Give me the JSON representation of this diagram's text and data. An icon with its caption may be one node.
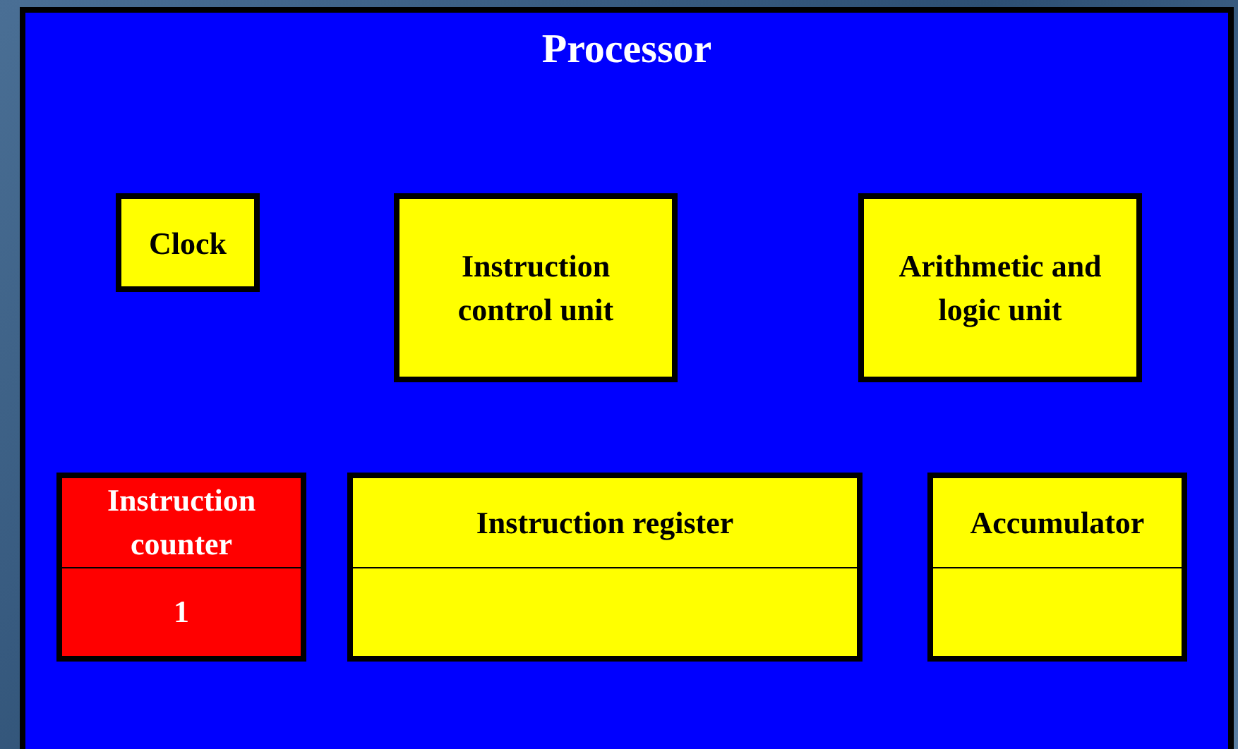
{
  "diagram": {
    "nodes": [
      {
        "text": [
          "Processor"
        ]
      },
      {
        "text": [
          "Clock"
        ],
        "in": 0
      },
      {
        "text": [
          "Instruction control unit"
        ],
        "in": 0
      },
      {
        "text": [
          "Arithmetic and logic unit"
        ],
        "in": 0
      },
      {
        "text": [
          "Instruction counter",
          "1"
        ],
        "in": 0
      },
      {
        "text": [
          "Instruction register"
        ],
        "in": 0
      },
      {
        "text": [
          "Accumulator"
        ],
        "in": 0
      }
    ]
  }
}
